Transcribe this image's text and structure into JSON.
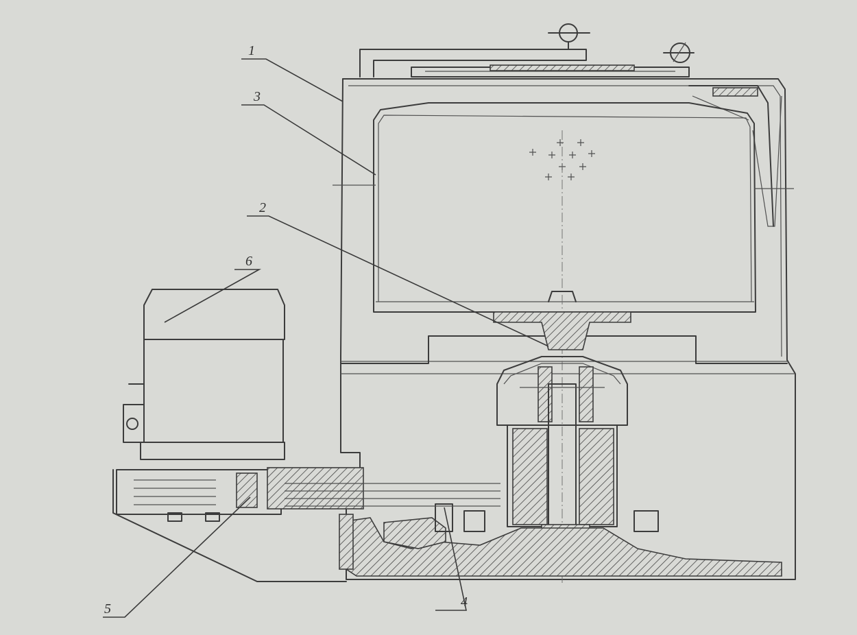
{
  "drawing": {
    "part_labels": [
      {
        "id": "label-1",
        "text": "1"
      },
      {
        "id": "label-2",
        "text": "2"
      },
      {
        "id": "label-3",
        "text": "3"
      },
      {
        "id": "label-4",
        "text": "4"
      },
      {
        "id": "label-5",
        "text": "5"
      },
      {
        "id": "label-6",
        "text": "6"
      }
    ]
  }
}
